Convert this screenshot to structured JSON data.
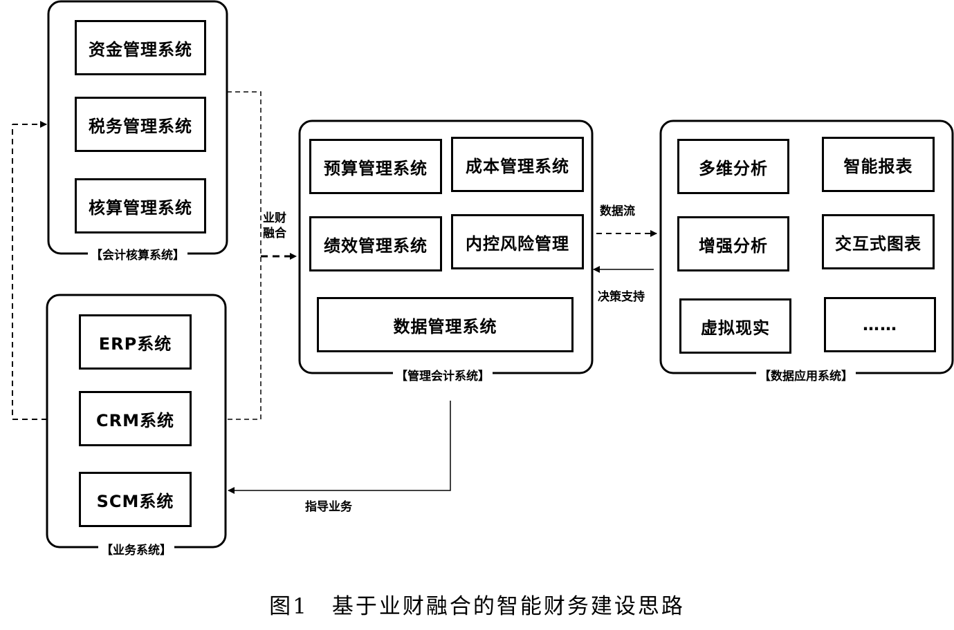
{
  "groups": {
    "accounting": {
      "label": "【会计核算系统】",
      "items": [
        "资金管理系统",
        "税务管理系统",
        "核算管理系统"
      ]
    },
    "business": {
      "label": "【业务系统】",
      "items": [
        "ERP系统",
        "CRM系统",
        "SCM系统"
      ]
    },
    "management": {
      "label": "【管理会计系统】",
      "items": [
        "预算管理系统",
        "成本管理系统",
        "绩效管理系统",
        "内控风险管理",
        "数据管理系统"
      ]
    },
    "data_app": {
      "label": "【数据应用系统】",
      "items": [
        "多维分析",
        "智能报表",
        "增强分析",
        "交互式图表",
        "虚拟现实",
        "……"
      ]
    }
  },
  "connectors": {
    "integration": [
      "业财",
      "融合"
    ],
    "data_flow": "数据流",
    "decision_support": "决策支持",
    "guide_business": "指导业务"
  },
  "caption": "图1　基于业财融合的智能财务建设思路"
}
